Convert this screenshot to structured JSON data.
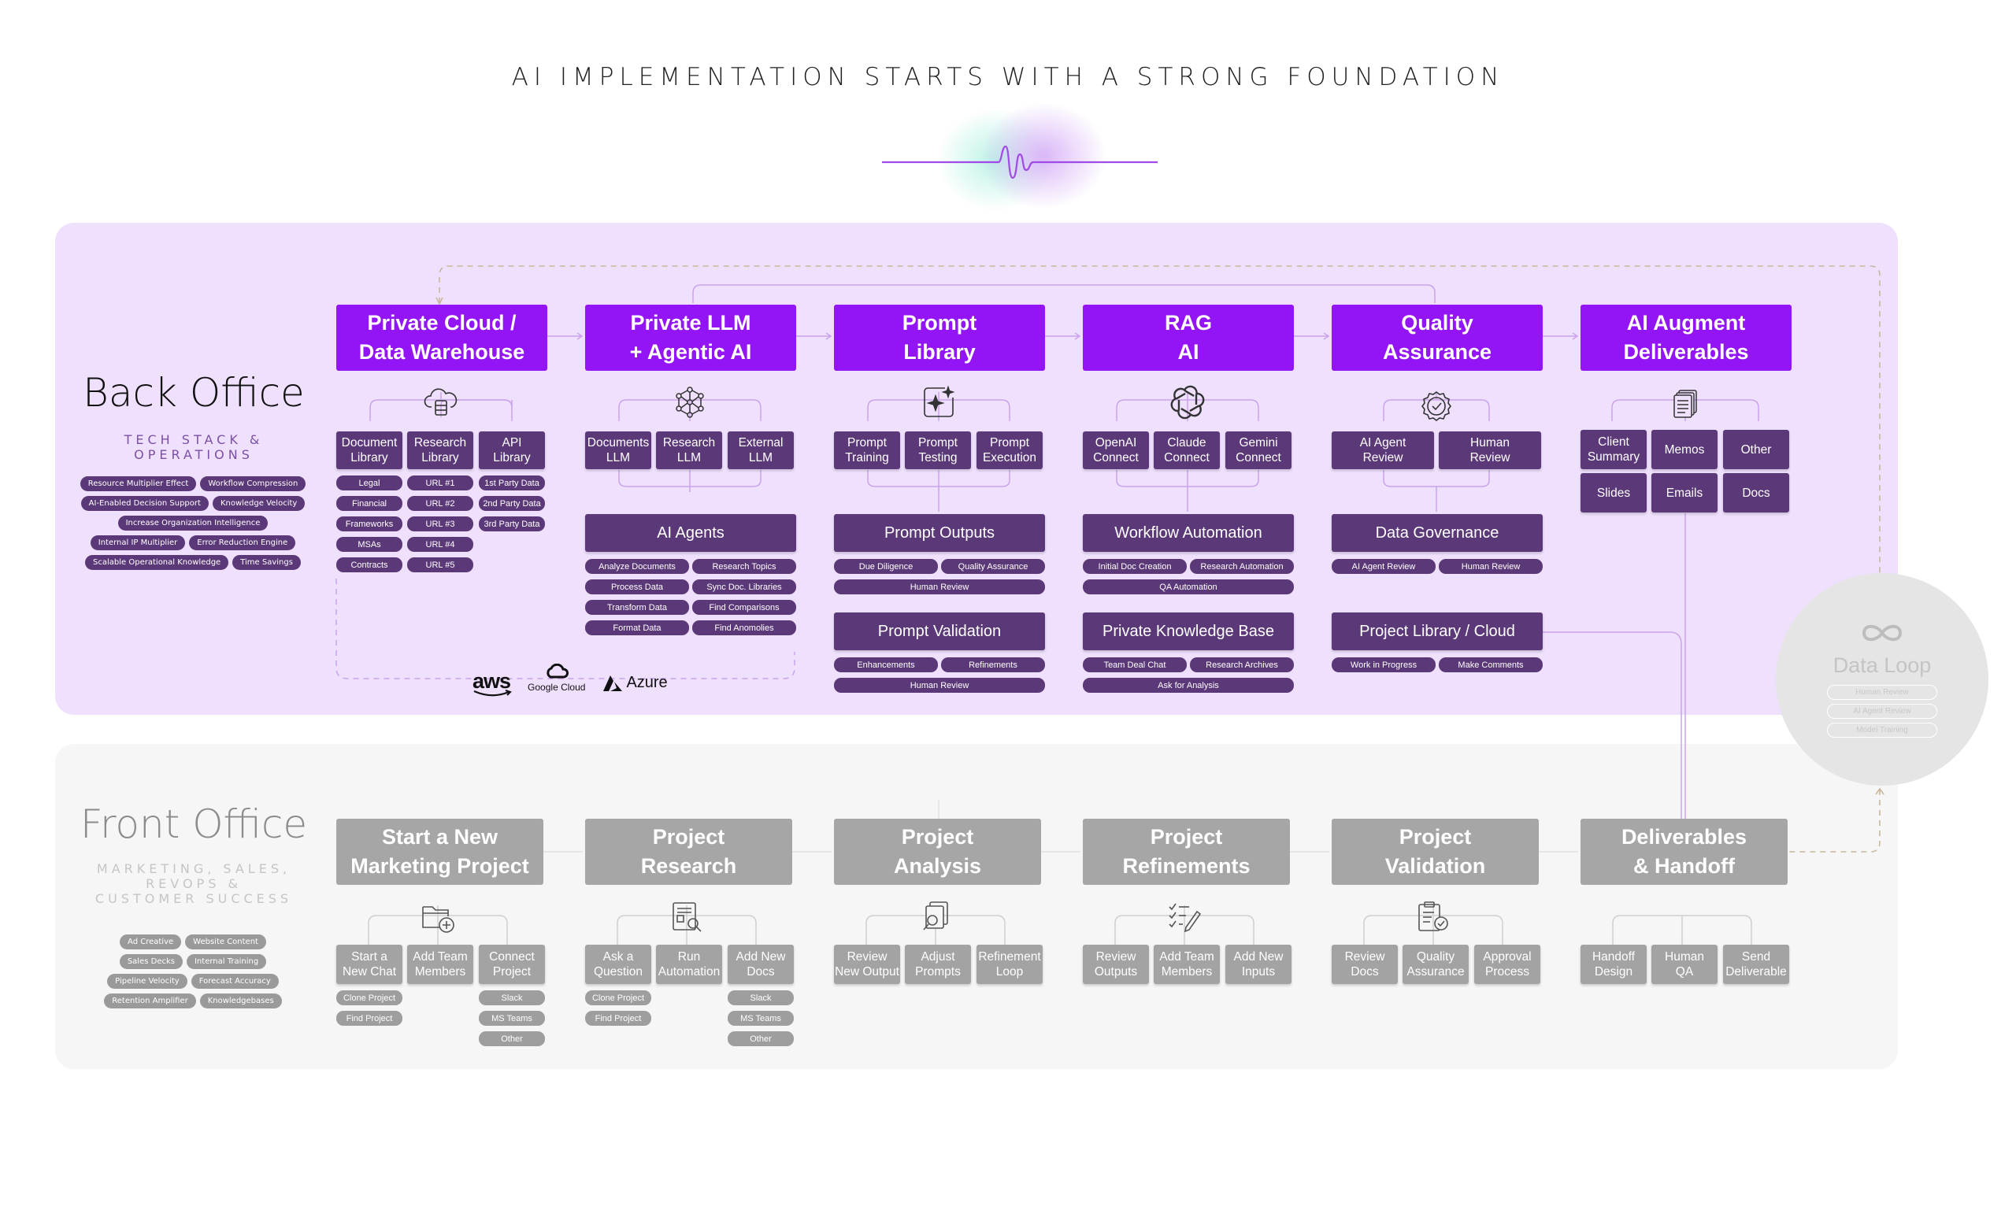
{
  "title": "AI IMPLEMENTATION STARTS WITH A STRONG FOUNDATION",
  "colors": {
    "back_panel": "#efe0fd",
    "front_panel": "#f6f6f6",
    "accent": "#9314f5",
    "dark_purple": "#5b3878",
    "gray": "#a6a6a6"
  },
  "back_office": {
    "title": "Back Office",
    "subtitle": "TECH STACK & OPERATIONS",
    "tags": [
      "Resource Multiplier Effect",
      "Workflow Compression",
      "AI-Enabled Decision Support",
      "Knowledge Velocity",
      "Increase Organization Intelligence",
      "Internal IP Multiplier",
      "Error Reduction Engine",
      "Scalable Operational Knowledge",
      "Time Savings"
    ],
    "columns": [
      {
        "head": "Private Cloud /\nData Warehouse",
        "icon": "cloud-database-icon",
        "items": [
          "Document\nLibrary",
          "Research\nLibrary",
          "API\nLibrary"
        ],
        "lists": [
          [
            "Legal",
            "Financial",
            "Frameworks",
            "MSAs",
            "Contracts"
          ],
          [
            "URL #1",
            "URL #2",
            "URL #3",
            "URL #4",
            "URL #5"
          ],
          [
            "1st Party Data",
            "2nd Party Data",
            "3rd Party Data"
          ]
        ],
        "logos": [
          "aws",
          "Google Cloud",
          "Azure"
        ]
      },
      {
        "head": "Private LLM\n+ Agentic AI",
        "icon": "neural-network-icon",
        "items": [
          "Documents\nLLM",
          "Research\nLLM",
          "External\nLLM"
        ],
        "sub": "AI Agents",
        "minis": [
          [
            "Analyze Documents",
            "Research Topics"
          ],
          [
            "Process Data",
            "Sync Doc. Libraries"
          ],
          [
            "Transform Data",
            "Find Comparisons"
          ],
          [
            "Format Data",
            "Find Anomolies"
          ]
        ]
      },
      {
        "head": "Prompt\nLibrary",
        "icon": "sparkle-icon",
        "items": [
          "Prompt\nTraining",
          "Prompt\nTesting",
          "Prompt\nExecution"
        ],
        "sub": "Prompt Outputs",
        "minis": [
          [
            "Due Diligence",
            "Quality Assurance"
          ],
          [
            "Human Review"
          ]
        ],
        "sub2": "Prompt Validation",
        "minis2": [
          [
            "Enhancements",
            "Refinements"
          ],
          [
            "Human Review"
          ]
        ]
      },
      {
        "head": "RAG\nAI",
        "icon": "openai-knot-icon",
        "items": [
          "OpenAI\nConnect",
          "Claude\nConnect",
          "Gemini\nConnect"
        ],
        "sub": "Workflow Automation",
        "minis": [
          [
            "Initial Doc Creation",
            "Research Automation"
          ],
          [
            "QA Automation"
          ]
        ],
        "sub2": "Private Knowledge Base",
        "minis2": [
          [
            "Team Deal Chat",
            "Research Archives"
          ],
          [
            "Ask for Analysis"
          ]
        ]
      },
      {
        "head": "Quality\nAssurance",
        "icon": "check-badge-icon",
        "items": [
          "AI Agent\nReview",
          "Human\nReview"
        ],
        "sub": "Data Governance",
        "minis": [
          [
            "AI Agent Review",
            "Human Review"
          ]
        ],
        "sub2": "Project Library / Cloud",
        "minis2": [
          [
            "Work in Progress",
            "Make Comments"
          ]
        ]
      },
      {
        "head": "AI Augment\nDeliverables",
        "icon": "documents-stack-icon",
        "items": [
          "Client\nSummary",
          "Memos",
          "Other",
          "Slides",
          "Emails",
          "Docs"
        ]
      }
    ]
  },
  "front_office": {
    "title": "Front Office",
    "subtitle": "MARKETING, SALES, REVOPS & CUSTOMER SUCCESS",
    "tags": [
      "Ad Creative",
      "Website Content",
      "Sales Decks",
      "Internal Training",
      "Pipeline Velocity",
      "Forecast Accuracy",
      "Retention Amplifier",
      "Knowledgebases"
    ],
    "columns": [
      {
        "head": "Start a New\nMarketing Project",
        "icon": "folder-add-icon",
        "items": [
          "Start a\nNew Chat",
          "Add Team\nMembers",
          "Connect\nProject"
        ],
        "lists": [
          [
            "Clone Project",
            "Find Project"
          ],
          [],
          [
            "Slack",
            "MS Teams",
            "Other"
          ]
        ]
      },
      {
        "head": "Project\nResearch",
        "icon": "document-search-icon",
        "items": [
          "Ask a\nQuestion",
          "Run\nAutomation",
          "Add New\nDocs"
        ],
        "lists": [
          [
            "Clone Project",
            "Find Project"
          ],
          [],
          [
            "Slack",
            "MS Teams",
            "Other"
          ]
        ]
      },
      {
        "head": "Project\nAnalysis",
        "icon": "files-search-icon",
        "items": [
          "Review\nNew Output",
          "Adjust\nPrompts",
          "Refinement\nLoop"
        ]
      },
      {
        "head": "Project\nRefinements",
        "icon": "checklist-edit-icon",
        "items": [
          "Review\nOutputs",
          "Add Team\nMembers",
          "Add New\nInputs"
        ]
      },
      {
        "head": "Project\nValidation",
        "icon": "clipboard-check-icon",
        "items": [
          "Review\nDocs",
          "Quality\nAssurance",
          "Approval\nProcess"
        ]
      },
      {
        "head": "Deliverables\n& Handoff",
        "icon": "",
        "items": [
          "Handoff\nDesign",
          "Human\nQA",
          "Send\nDeliverable"
        ]
      }
    ]
  },
  "data_loop": {
    "title": "Data Loop",
    "icon": "infinity-icon",
    "items": [
      "Human Review",
      "AI Agent Review",
      "Model Training"
    ]
  }
}
